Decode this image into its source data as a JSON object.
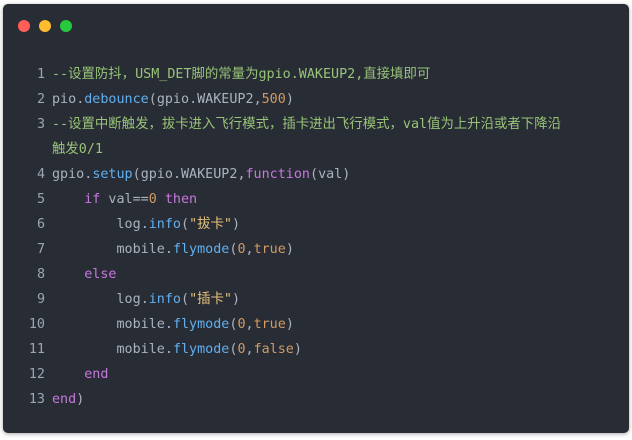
{
  "window": {
    "controls": [
      "close",
      "minimize",
      "maximize"
    ],
    "colors": {
      "close": "#ff5f56",
      "minimize": "#ffbd2e",
      "maximize": "#27c93f",
      "background": "#282c34"
    }
  },
  "code": {
    "lines": [
      {
        "n": "1",
        "tokens": [
          {
            "t": "--设置防抖，USM_DET脚的常量为gpio.WAKEUP2,直接填即可",
            "k": "comment"
          }
        ]
      },
      {
        "n": "2",
        "tokens": [
          {
            "t": "pio",
            "k": "ident"
          },
          {
            "t": ".",
            "k": "punc"
          },
          {
            "t": "debounce",
            "k": "func"
          },
          {
            "t": "(",
            "k": "punc"
          },
          {
            "t": "gpio",
            "k": "ident"
          },
          {
            "t": ".",
            "k": "punc"
          },
          {
            "t": "WAKEUP2",
            "k": "ident"
          },
          {
            "t": ",",
            "k": "punc"
          },
          {
            "t": "500",
            "k": "num"
          },
          {
            "t": ")",
            "k": "punc"
          }
        ]
      },
      {
        "n": "3",
        "tokens": [
          {
            "t": "--设置中断触发，拔卡进入飞行模式，插卡进出飞行模式，val值为上升沿或者下降沿",
            "k": "comment"
          }
        ]
      },
      {
        "n": "",
        "tokens": [
          {
            "t": "触发0/1",
            "k": "comment"
          }
        ]
      },
      {
        "n": "4",
        "tokens": [
          {
            "t": "gpio",
            "k": "ident"
          },
          {
            "t": ".",
            "k": "punc"
          },
          {
            "t": "setup",
            "k": "func"
          },
          {
            "t": "(",
            "k": "punc"
          },
          {
            "t": "gpio",
            "k": "ident"
          },
          {
            "t": ".",
            "k": "punc"
          },
          {
            "t": "WAKEUP2",
            "k": "ident"
          },
          {
            "t": ",",
            "k": "punc"
          },
          {
            "t": "function",
            "k": "kw"
          },
          {
            "t": "(",
            "k": "punc"
          },
          {
            "t": "val",
            "k": "ident"
          },
          {
            "t": ")",
            "k": "punc"
          }
        ]
      },
      {
        "n": "5",
        "tokens": [
          {
            "t": "    ",
            "k": "punc"
          },
          {
            "t": "if",
            "k": "kw"
          },
          {
            "t": " val",
            "k": "ident"
          },
          {
            "t": "==",
            "k": "punc"
          },
          {
            "t": "0",
            "k": "num"
          },
          {
            "t": " ",
            "k": "punc"
          },
          {
            "t": "then",
            "k": "kw"
          }
        ]
      },
      {
        "n": "6",
        "tokens": [
          {
            "t": "        log",
            "k": "ident"
          },
          {
            "t": ".",
            "k": "punc"
          },
          {
            "t": "info",
            "k": "func"
          },
          {
            "t": "(",
            "k": "punc"
          },
          {
            "t": "\"拔卡\"",
            "k": "str"
          },
          {
            "t": ")",
            "k": "punc"
          }
        ]
      },
      {
        "n": "7",
        "tokens": [
          {
            "t": "        mobile",
            "k": "ident"
          },
          {
            "t": ".",
            "k": "punc"
          },
          {
            "t": "flymode",
            "k": "func"
          },
          {
            "t": "(",
            "k": "punc"
          },
          {
            "t": "0",
            "k": "num"
          },
          {
            "t": ",",
            "k": "punc"
          },
          {
            "t": "true",
            "k": "num"
          },
          {
            "t": ")",
            "k": "punc"
          }
        ]
      },
      {
        "n": "8",
        "tokens": [
          {
            "t": "    ",
            "k": "punc"
          },
          {
            "t": "else",
            "k": "kw"
          }
        ]
      },
      {
        "n": "9",
        "tokens": [
          {
            "t": "        log",
            "k": "ident"
          },
          {
            "t": ".",
            "k": "punc"
          },
          {
            "t": "info",
            "k": "func"
          },
          {
            "t": "(",
            "k": "punc"
          },
          {
            "t": "\"插卡\"",
            "k": "str"
          },
          {
            "t": ")",
            "k": "punc"
          }
        ]
      },
      {
        "n": "10",
        "tokens": [
          {
            "t": "        mobile",
            "k": "ident"
          },
          {
            "t": ".",
            "k": "punc"
          },
          {
            "t": "flymode",
            "k": "func"
          },
          {
            "t": "(",
            "k": "punc"
          },
          {
            "t": "0",
            "k": "num"
          },
          {
            "t": ",",
            "k": "punc"
          },
          {
            "t": "true",
            "k": "num"
          },
          {
            "t": ")",
            "k": "punc"
          }
        ]
      },
      {
        "n": "11",
        "tokens": [
          {
            "t": "        mobile",
            "k": "ident"
          },
          {
            "t": ".",
            "k": "punc"
          },
          {
            "t": "flymode",
            "k": "func"
          },
          {
            "t": "(",
            "k": "punc"
          },
          {
            "t": "0",
            "k": "num"
          },
          {
            "t": ",",
            "k": "punc"
          },
          {
            "t": "false",
            "k": "num"
          },
          {
            "t": ")",
            "k": "punc"
          }
        ]
      },
      {
        "n": "12",
        "tokens": [
          {
            "t": "    ",
            "k": "punc"
          },
          {
            "t": "end",
            "k": "kw"
          }
        ]
      },
      {
        "n": "13",
        "tokens": [
          {
            "t": "end",
            "k": "kw"
          },
          {
            "t": ")",
            "k": "punc"
          }
        ]
      }
    ]
  }
}
